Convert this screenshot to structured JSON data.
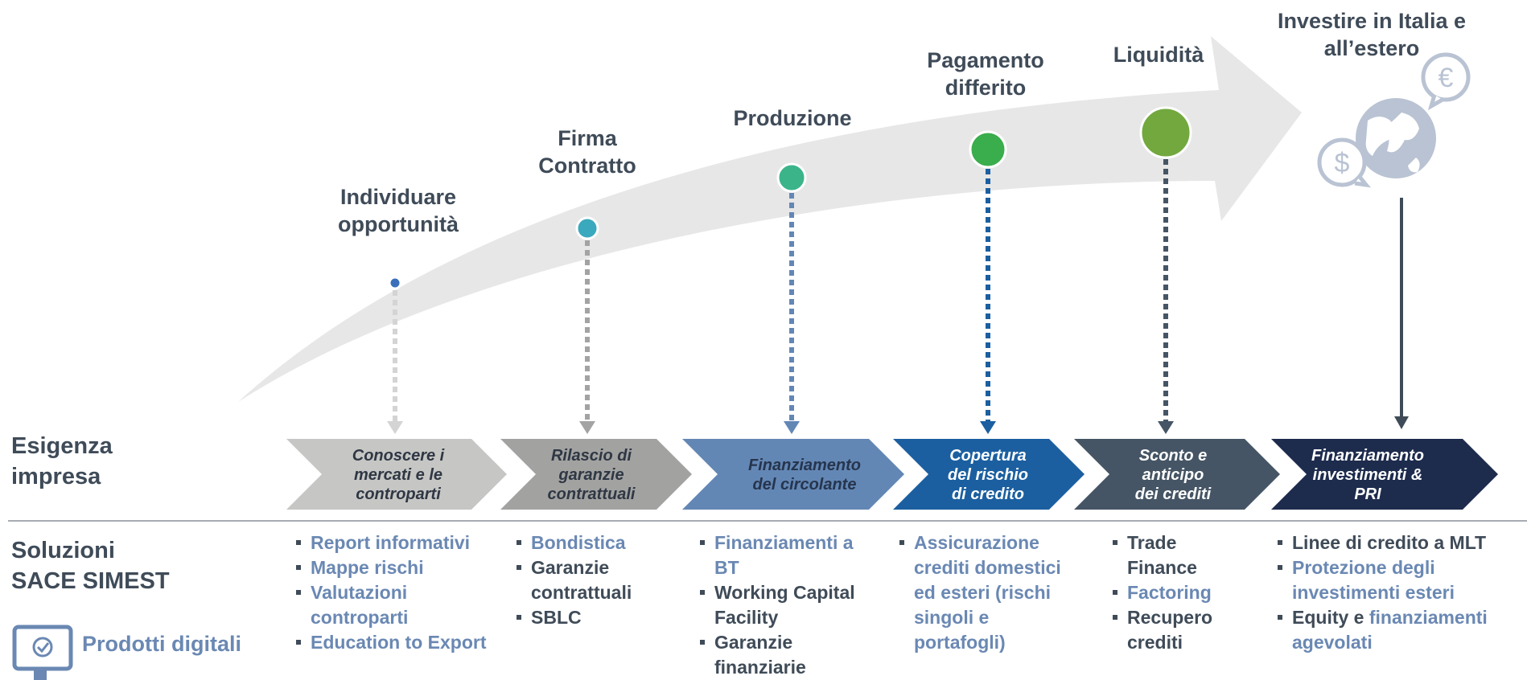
{
  "stages": [
    {
      "title": "Individuare\nopportunità",
      "dot_color": "#3b6fba"
    },
    {
      "title": "Firma\nContratto",
      "dot_color": "#3aa8bd"
    },
    {
      "title": "Produzione",
      "dot_color": "#3bb48a"
    },
    {
      "title": "Pagamento\ndifferito",
      "dot_color": "#3aad4c"
    },
    {
      "title": "Liquidità",
      "dot_color": "#72a83e"
    },
    {
      "title": "Investire in Italia e\nall’estero",
      "dot_color": ""
    }
  ],
  "left_labels": {
    "esigenza": "Esigenza\nimpresa",
    "soluzioni": "Soluzioni\nSACE SIMEST",
    "digital": "Prodotti digitali"
  },
  "chevrons": [
    {
      "label": "Conoscere i\nmercati e le\ncontroparti",
      "fill": "#c6c7c4",
      "text_color": "#2f3744"
    },
    {
      "label": "Rilascio di\ngaranzie\ncontrattuali",
      "fill": "#a2a3a1",
      "text_color": "#2f3744"
    },
    {
      "label": "Finanziamento\ndel circolante",
      "fill": "#6387b5",
      "text_color": "#26354d"
    },
    {
      "label": "Copertura\ndel rischio\ndi credito",
      "fill": "#1b5fa0",
      "text_color": "#ffffff"
    },
    {
      "label": "Sconto e\nanticipo\ndei crediti",
      "fill": "#455565",
      "text_color": "#ffffff"
    },
    {
      "label": "Finanziamento\ninvestimenti &\nPRI",
      "fill": "#1d2b4d",
      "text_color": "#ffffff"
    }
  ],
  "solutions": [
    [
      [
        {
          "t": "Report informativi",
          "hl": true
        }
      ],
      [
        {
          "t": "Mappe rischi",
          "hl": true
        }
      ],
      [
        {
          "t": "Valutazioni controparti",
          "hl": true
        }
      ],
      [
        {
          "t": "Education to Export",
          "hl": true
        }
      ]
    ],
    [
      [
        {
          "t": "Bondistica",
          "hl": true
        }
      ],
      [
        {
          "t": "Garanzie contrattuali",
          "hl": false
        }
      ],
      [
        {
          "t": "SBLC",
          "hl": false
        }
      ]
    ],
    [
      [
        {
          "t": "Finanziamenti a BT",
          "hl": true
        }
      ],
      [
        {
          "t": "Working Capital Facility",
          "hl": false
        }
      ],
      [
        {
          "t": "Garanzie finanziarie",
          "hl": false
        }
      ]
    ],
    [
      [
        {
          "t": "Assicurazione crediti domestici ed esteri (rischi singoli e portafogli)",
          "hl": true
        }
      ]
    ],
    [
      [
        {
          "t": "Trade Finance",
          "hl": false
        }
      ],
      [
        {
          "t": "Factoring",
          "hl": true
        }
      ],
      [
        {
          "t": "Recupero crediti",
          "hl": false
        }
      ]
    ],
    [
      [
        {
          "t": "Linee di credito a MLT",
          "hl": false
        }
      ],
      [
        {
          "t": "Protezione degli investimenti esteri",
          "hl": true
        }
      ],
      [
        {
          "t": "Equity",
          "hl": false
        },
        {
          "t": " e ",
          "hl": false
        },
        {
          "t": "finanziamenti agevolati",
          "hl": true
        }
      ]
    ]
  ],
  "colors": {
    "arrow": "#e7e7e7",
    "highlight": "#6a88b3",
    "dark_text": "#3f4b58",
    "icon": "#b9c3d3"
  },
  "icons": [
    "globe-icon",
    "euro-icon",
    "dollar-icon",
    "monitor-check-icon"
  ]
}
